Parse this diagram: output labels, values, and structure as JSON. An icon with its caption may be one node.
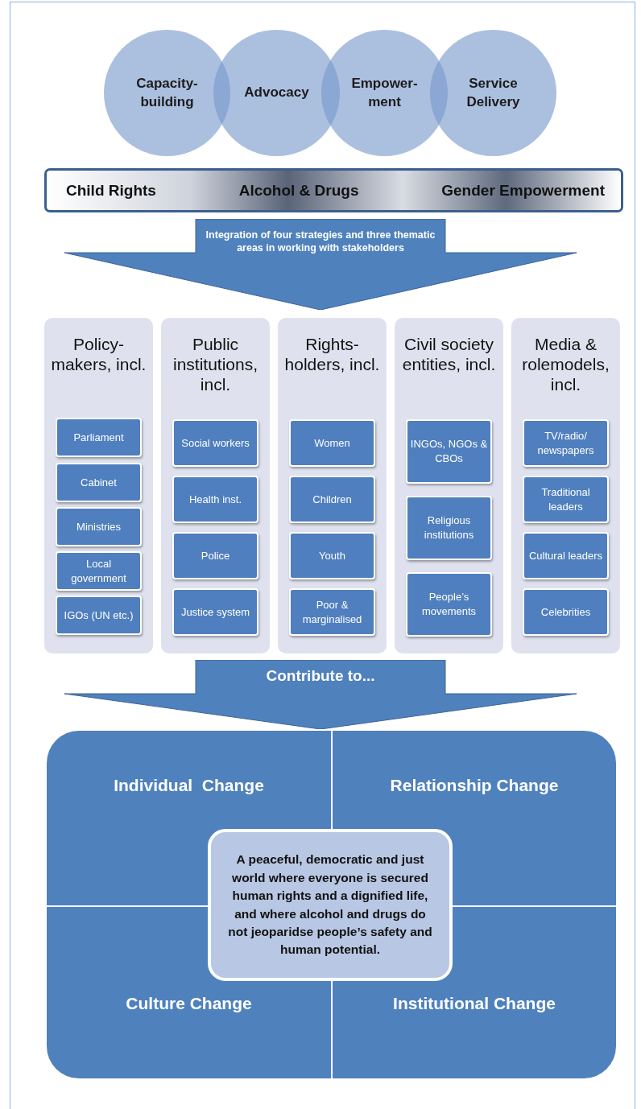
{
  "diagram": {
    "nodes": [
      {
        "text": [
          "Capacity-building"
        ]
      },
      {
        "text": [
          "Advocacy"
        ]
      },
      {
        "text": [
          "Empower-ment"
        ]
      },
      {
        "text": [
          "Service Delivery"
        ]
      },
      {
        "text": [
          "Child Rights",
          "Alcohol & Drugs",
          "Gender Empowerment"
        ]
      },
      {
        "text": [
          "Integration of four strategies and three thematic areas in working with stakeholders"
        ]
      },
      {
        "text": [
          "Policy-makers, incl."
        ]
      },
      {
        "text": [
          "Parliament"
        ],
        "in": 6
      },
      {
        "text": [
          "Cabinet"
        ],
        "in": 6
      },
      {
        "text": [
          "Ministries"
        ],
        "in": 6
      },
      {
        "text": [
          "Local government"
        ],
        "in": 6
      },
      {
        "text": [
          "IGOs (UN etc.)"
        ],
        "in": 6
      },
      {
        "text": [
          "Public institutions, incl."
        ]
      },
      {
        "text": [
          "Social workers"
        ],
        "in": 12
      },
      {
        "text": [
          "Health inst."
        ],
        "in": 12
      },
      {
        "text": [
          "Police"
        ],
        "in": 12
      },
      {
        "text": [
          "Justice system"
        ],
        "in": 12
      },
      {
        "text": [
          "Rights-holders, incl."
        ]
      },
      {
        "text": [
          "Women"
        ],
        "in": 17
      },
      {
        "text": [
          "Children"
        ],
        "in": 17
      },
      {
        "text": [
          "Youth"
        ],
        "in": 17
      },
      {
        "text": [
          "Poor & marginalised"
        ],
        "in": 17
      },
      {
        "text": [
          "Civil society entities, incl."
        ]
      },
      {
        "text": [
          "INGOs, NGOs & CBOs"
        ],
        "in": 22
      },
      {
        "text": [
          "Religious institutions"
        ],
        "in": 22
      },
      {
        "text": [
          "People’s movements"
        ],
        "in": 22
      },
      {
        "text": [
          "Media & rolemodels, incl."
        ]
      },
      {
        "text": [
          "TV/radio/ newspapers"
        ],
        "in": 26
      },
      {
        "text": [
          "Traditional leaders"
        ],
        "in": 26
      },
      {
        "text": [
          "Cultural leaders"
        ],
        "in": 26
      },
      {
        "text": [
          "Celebrities"
        ],
        "in": 26
      },
      {
        "text": [
          "Contribute to..."
        ]
      },
      {
        "text": [
          "Individual  Change"
        ]
      },
      {
        "text": [
          "Relationship Change"
        ]
      },
      {
        "text": [
          "Culture Change"
        ]
      },
      {
        "text": [
          "Institutional Change"
        ]
      },
      {
        "text": [
          "A peaceful, democratic and just world where everyone is secured human rights and a dignified life, and where alcohol and drugs do not jeoparidse people’s safety and human potential."
        ]
      }
    ]
  }
}
